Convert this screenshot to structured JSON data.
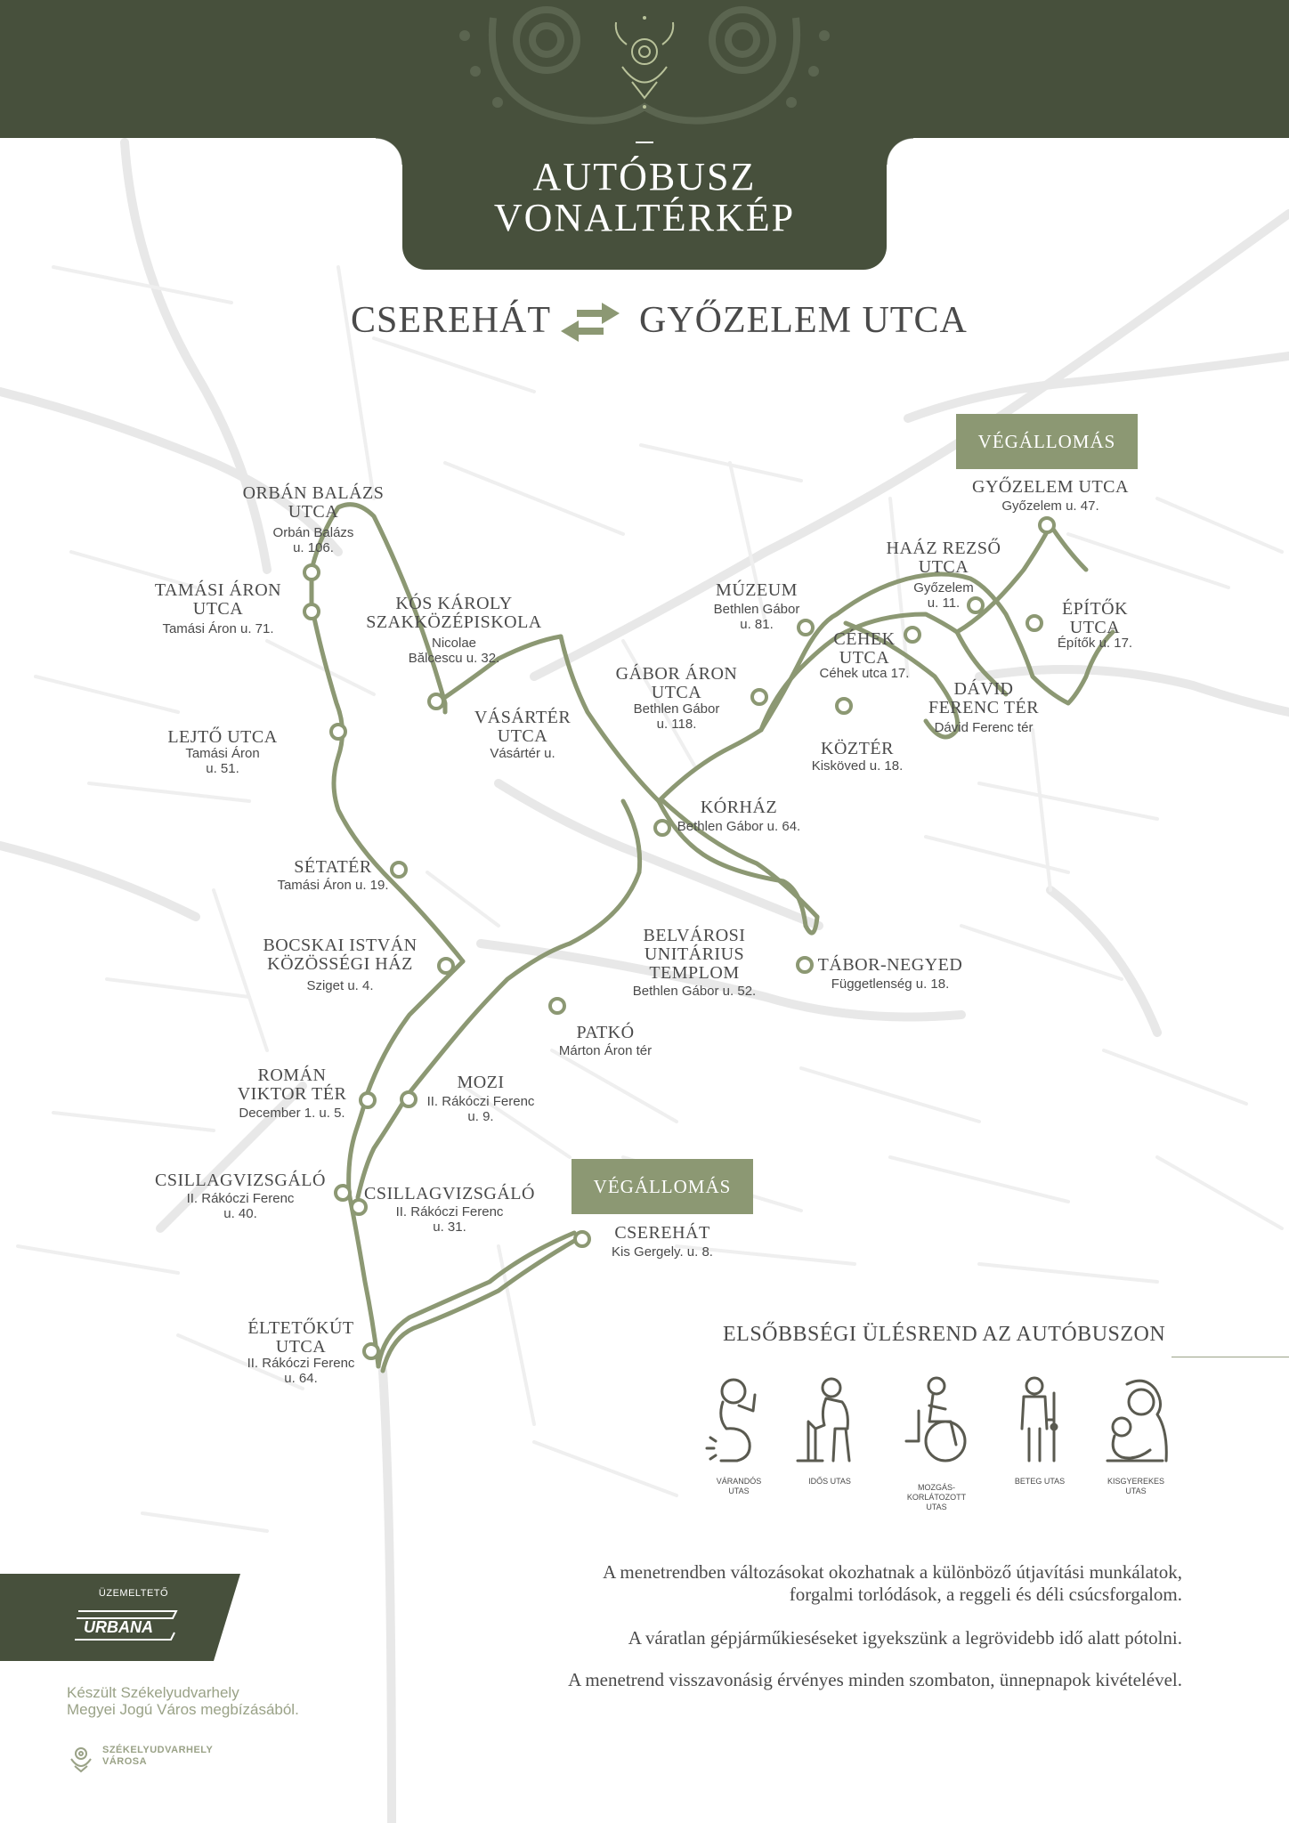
{
  "header": {
    "title_line1": "AUTÓBUSZ",
    "title_line2": "VONALTÉRKÉP"
  },
  "route": {
    "from": "CSEREHÁT",
    "to": "GYŐZELEM UTCA",
    "direction_icon": "two-way-arrows-icon"
  },
  "terminus_label": "VÉGÁLLOMÁS",
  "stops": [
    {
      "id": "gyozelem",
      "name": "GYŐZELEM UTCA",
      "address": "Győzelem u. 47."
    },
    {
      "id": "haaz",
      "name": "HAÁZ REZSŐ\nUTCA",
      "address": "Győzelem\nu. 11."
    },
    {
      "id": "epitok",
      "name": "ÉPÍTŐK\nUTCA",
      "address": "Építők u. 17."
    },
    {
      "id": "muzeum",
      "name": "MÚZEUM",
      "address": "Bethlen Gábor\nu. 81."
    },
    {
      "id": "cehek",
      "name": "CÉHEK\nUTCA",
      "address": "Céhek utca 17."
    },
    {
      "id": "david",
      "name": "DÁVID\nFERENC TÉR",
      "address": "Dávid Ferenc tér"
    },
    {
      "id": "gabor",
      "name": "GÁBOR ÁRON\nUTCA",
      "address": "Bethlen Gábor\nu. 118."
    },
    {
      "id": "koztér",
      "name": "KÖZTÉR",
      "address": "Kisköved u. 18."
    },
    {
      "id": "korhaz",
      "name": "KÓRHÁZ",
      "address": "Bethlen Gábor u. 64."
    },
    {
      "id": "tabor",
      "name": "TÁBOR-NEGYED",
      "address": "Függetlenség u. 18."
    },
    {
      "id": "belvarosi",
      "name": "BELVÁROSI\nUNITÁRIUS\nTEMPLOM",
      "address": "Bethlen Gábor u. 52."
    },
    {
      "id": "patko",
      "name": "PATKÓ",
      "address": "Márton Áron tér"
    },
    {
      "id": "mozi",
      "name": "MOZI",
      "address": "II. Rákóczi Ferenc\nu. 9."
    },
    {
      "id": "orban",
      "name": "ORBÁN BALÁZS\nUTCA",
      "address": "Orbán Balázs\nu. 106."
    },
    {
      "id": "tamasi",
      "name": "TAMÁSI ÁRON\nUTCA",
      "address": "Tamási Áron u. 71."
    },
    {
      "id": "kos",
      "name": "KÓS KÁROLY\nSZAKKÖZÉPISKOLA",
      "address": "Nicolae\nBălcescu u. 32."
    },
    {
      "id": "vasarter",
      "name": "VÁSÁRTÉR\nUTCA",
      "address": "Vásártér u."
    },
    {
      "id": "lejto",
      "name": "LEJTŐ UTCA",
      "address": "Tamási Áron\nu. 51."
    },
    {
      "id": "setater",
      "name": "SÉTATÉR",
      "address": "Tamási Áron u. 19."
    },
    {
      "id": "bocskai",
      "name": "BOCSKAI ISTVÁN\nKÖZÖSSÉGI HÁZ",
      "address": "Sziget u. 4."
    },
    {
      "id": "roman",
      "name": "ROMÁN\nVIKTOR TÉR",
      "address": "December 1. u. 5."
    },
    {
      "id": "csill1",
      "name": "CSILLAGVIZSGÁLÓ",
      "address": "II. Rákóczi Ferenc\nu. 40."
    },
    {
      "id": "csill2",
      "name": "CSILLAGVIZSGÁLÓ",
      "address": "II. Rákóczi Ferenc\nu. 31."
    },
    {
      "id": "cserehat",
      "name": "CSEREHÁT",
      "address": "Kis Gergely. u. 8."
    },
    {
      "id": "eltetokut",
      "name": "ÉLTETŐKÚT\nUTCA",
      "address": "II. Rákóczi Ferenc\nu. 64."
    }
  ],
  "seating": {
    "title": "ELSŐBBSÉGI ÜLÉSREND AZ AUTÓBUSZON",
    "items": [
      {
        "label": "VÁRANDÓS\nUTAS",
        "icon": "pregnant-passenger-icon"
      },
      {
        "label": "IDŐS UTAS",
        "icon": "elderly-passenger-icon"
      },
      {
        "label": "MOZGÁS-\nKORLÁTOZOTT\nUTAS",
        "icon": "wheelchair-passenger-icon"
      },
      {
        "label": "BETEG UTAS",
        "icon": "sick-passenger-icon"
      },
      {
        "label": "KISGYEREKES\nUTAS",
        "icon": "parent-with-child-icon"
      }
    ]
  },
  "notices": [
    "A menetrendben változásokat okozhatnak a különböző útjavítási munkálatok,\nforgalmi torlódások, a reggeli és déli csúcsforgalom.",
    "A váratlan gépjárműkieséseket igyekszünk a legrövidebb idő alatt pótolni.",
    "A menetrend visszavonásig érvényes minden szombaton, ünnepnapok kivételével."
  ],
  "operator": {
    "label": "ÜZEMELTETŐ",
    "logo_text": "URBANA"
  },
  "credit": "Készült Székelyudvarhely\nMegyei Jogú Város megbízásából.",
  "city_logo_text": "SZÉKELYUDVARHELY\nVÁROSA",
  "colors": {
    "brand_dark": "#47503c",
    "route": "#8c9873",
    "text": "#4a4a4a",
    "streets": "#e6e6e6"
  }
}
